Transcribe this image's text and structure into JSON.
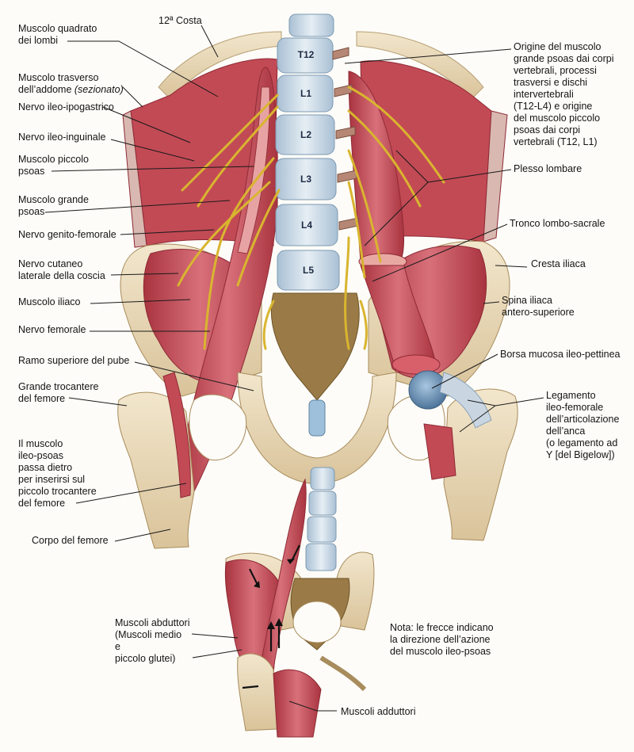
{
  "figure": {
    "top_left_labels": [
      {
        "id": "quadrato",
        "text": "Muscolo quadrato\ndei lombi"
      },
      {
        "id": "trasverso",
        "text": "Muscolo trasverso\ndell’addome ",
        "italic": "(sezionato)"
      },
      {
        "id": "ileoipo",
        "text": "Nervo ileo-ipogastrico"
      },
      {
        "id": "ileoing",
        "text": "Nervo ileo-inguinale"
      },
      {
        "id": "piccolo",
        "text": "Muscolo piccolo\npsoas"
      },
      {
        "id": "grande",
        "text": "Muscolo grande\npsoas"
      },
      {
        "id": "genito",
        "text": "Nervo genito-femorale"
      },
      {
        "id": "cutaneo",
        "text": "Nervo cutaneo\nlaterale della coscia"
      },
      {
        "id": "iliaco",
        "text": "Muscolo iliaco"
      },
      {
        "id": "femorale",
        "text": "Nervo femorale"
      },
      {
        "id": "ramo",
        "text": "Ramo superiore del pube"
      },
      {
        "id": "trocantere",
        "text": "Grande trocantere\ndel femore"
      },
      {
        "id": "ileopsoas",
        "text": "Il muscolo\nileo-psoas\npassa dietro\nper inserirsi sul\npiccolo trocantere\ndel femore"
      },
      {
        "id": "corpo",
        "text": "Corpo del femore"
      }
    ],
    "costa_label": "12ª Costa",
    "right_labels": [
      {
        "id": "origine",
        "text": "Origine del muscolo\ngrande psoas dai corpi\nvertebrali, processi\ntrasversi e dischi\nintervertebrali\n(T12-L4) e origine\ndel muscolo piccolo\npsoas dai corpi\nvertebrali (T12, L1)"
      },
      {
        "id": "plesso",
        "text": "Plesso lombare"
      },
      {
        "id": "tronco",
        "text": "Tronco lombo-sacrale"
      },
      {
        "id": "cresta",
        "text": "Cresta iliaca"
      },
      {
        "id": "spina",
        "text": "Spina iliaca\nantero-superiore"
      },
      {
        "id": "borsa",
        "text": "Borsa mucosa ileo-pettinea"
      },
      {
        "id": "legamento",
        "text": "Legamento\nileo-femorale\ndell’articolazione\ndell’anca\n(o legamento ad\nY [del Bigelow])"
      }
    ],
    "vertebrae": [
      "T12",
      "L1",
      "L2",
      "L3",
      "L4",
      "L5"
    ],
    "inset_labels": [
      {
        "id": "abduttori",
        "text": "Muscoli abduttori\n(Muscoli medio\ne\npiccolo glutei)"
      },
      {
        "id": "adduttori",
        "text": "Muscoli adduttori"
      }
    ],
    "note": "Nota: le frecce indicano\nla direzione dell’azione\ndel muscolo ileo-psoas"
  },
  "colors": {
    "muscle": "#c8505a",
    "muscle_dark": "#9c2f3b",
    "bone": "#ead9b6",
    "sacrum": "#9a7a46",
    "vertebra": "#cfdde8",
    "nerve": "#e3c13a",
    "bursa": "#6f95b8"
  }
}
